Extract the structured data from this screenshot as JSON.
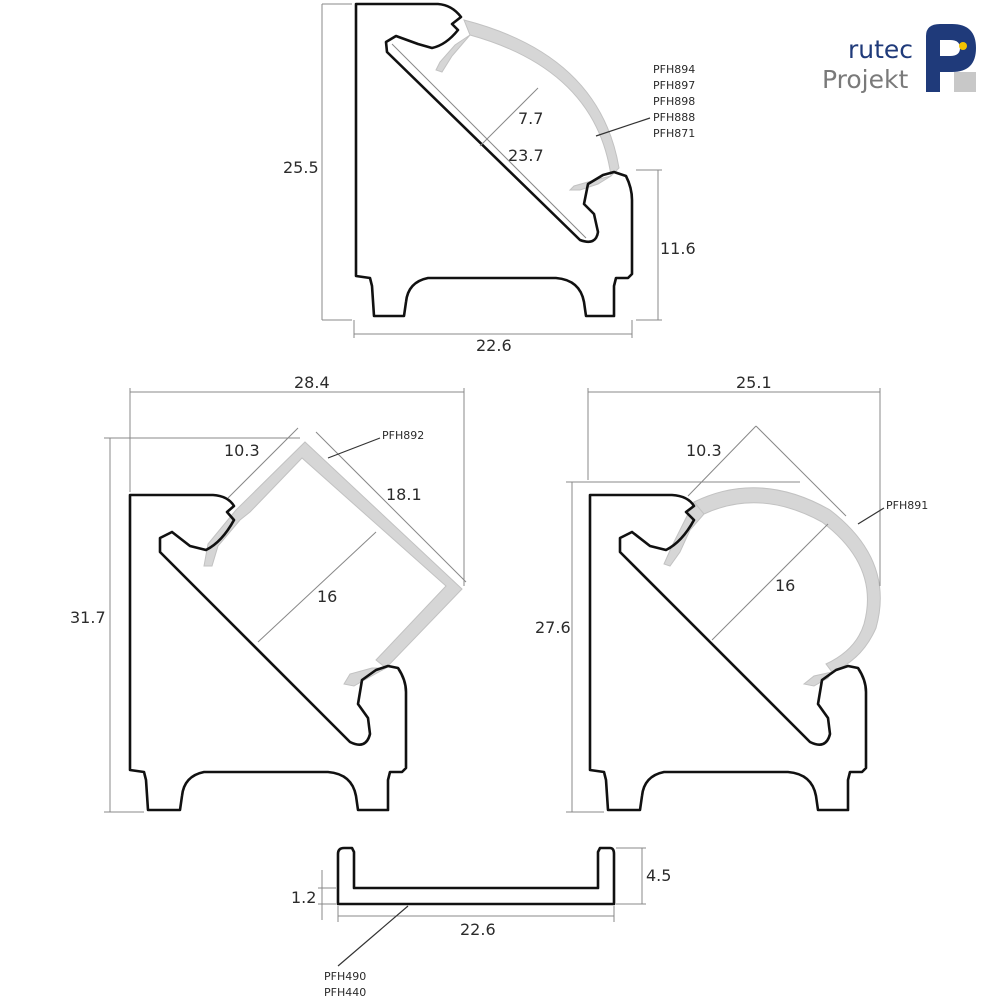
{
  "logo": {
    "line1": "rutec",
    "line2": "Projekt",
    "colors": {
      "navy": "#1f3a7a",
      "grey": "#7a7a7a",
      "yellow": "#f2c200"
    }
  },
  "profile_top": {
    "dims": {
      "height": "25.5",
      "diagonal_offset": "7.7",
      "led_width": "23.7",
      "side_height": "11.6",
      "base_width": "22.6"
    },
    "codes": [
      "PFH894",
      "PFH897",
      "PFH898",
      "PFH888",
      "PFH871"
    ]
  },
  "profile_left": {
    "dims": {
      "width": "28.4",
      "cover_side": "10.3",
      "cover_length": "18.1",
      "led_width": "16",
      "height": "31.7"
    },
    "codes": [
      "PFH892"
    ]
  },
  "profile_right": {
    "dims": {
      "width": "25.1",
      "cover_side": "10.3",
      "led_width": "16",
      "height": "27.6"
    },
    "codes": [
      "PFH891"
    ]
  },
  "profile_bottom": {
    "dims": {
      "height": "4.5",
      "thickness": "1.2",
      "width": "22.6"
    },
    "codes": [
      "PFH490",
      "PFH440"
    ]
  }
}
